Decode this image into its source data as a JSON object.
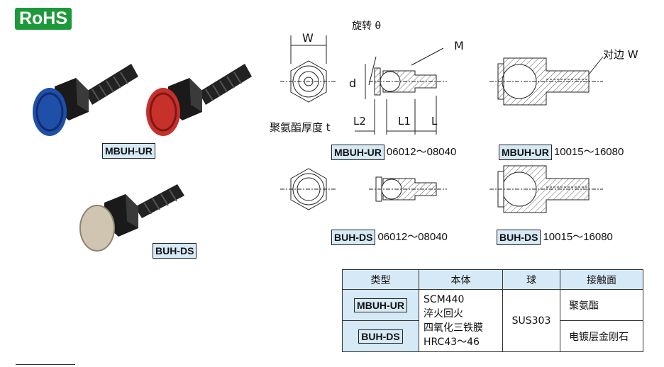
{
  "badge": {
    "rohs": "RoHS"
  },
  "photos": {
    "mbuh_ur_label": "MBUH-UR",
    "buh_ds_label": "BUH-DS"
  },
  "diagram": {
    "w_label": "W",
    "rotation_label": "旋转 θ",
    "m_label": "M",
    "d_label": "d",
    "thickness_label": "聚氨酯厚度 t",
    "l2_label": "L2",
    "l1_label": "L1",
    "l_label": "L",
    "across_flats_label": "对边 W",
    "captions": [
      {
        "tag": "MBUH-UR",
        "range": "06012～08040"
      },
      {
        "tag": "MBUH-UR",
        "range": "10015～16080"
      },
      {
        "tag": "BUH-DS",
        "range": "06012～08040"
      },
      {
        "tag": "BUH-DS",
        "range": "10015～16080"
      }
    ]
  },
  "table": {
    "headers": [
      "类型",
      "本体",
      "球",
      "接触面"
    ],
    "rows": [
      {
        "type": "MBUH-UR",
        "contact": "聚氨酯"
      },
      {
        "type": "BUH-DS",
        "contact": "电镀层金刚石"
      }
    ],
    "body_lines": [
      "SCM440",
      "淬火回火",
      "四氧化三铁膜",
      "HRC43～46"
    ],
    "ball": "SUS303"
  },
  "colors": {
    "accent_green": "#1c9a3a",
    "tag_blue": "#d6e9f6",
    "pad_blue": "#1f4fa8",
    "pad_red": "#c8302c"
  }
}
